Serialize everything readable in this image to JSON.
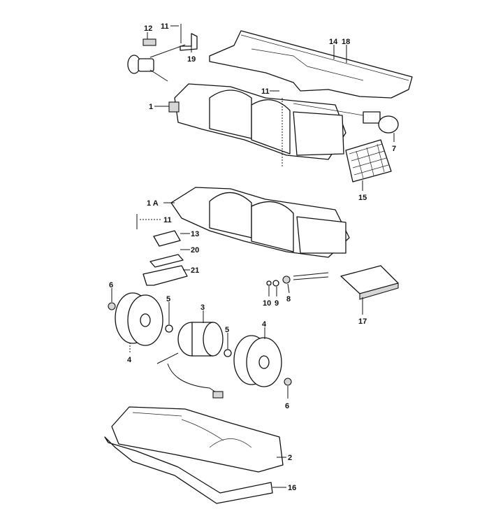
{
  "diagram": {
    "type": "exploded parts diagram",
    "labels": {
      "p12": "12",
      "p11a": "11",
      "p19": "19",
      "p14": "14",
      "p18": "18",
      "p11b": "11",
      "p1": "1",
      "p7": "7",
      "p15": "15",
      "p1A": "1 A",
      "p11c": "11",
      "p13": "13",
      "p20": "20",
      "p21": "21",
      "p6a": "6",
      "p5a": "5",
      "p3": "3",
      "p10": "10",
      "p9": "9",
      "p8": "8",
      "p17": "17",
      "p4a": "4",
      "p5b": "5",
      "p4b": "4",
      "p6b": "6",
      "p2": "2",
      "p16": "16"
    }
  }
}
